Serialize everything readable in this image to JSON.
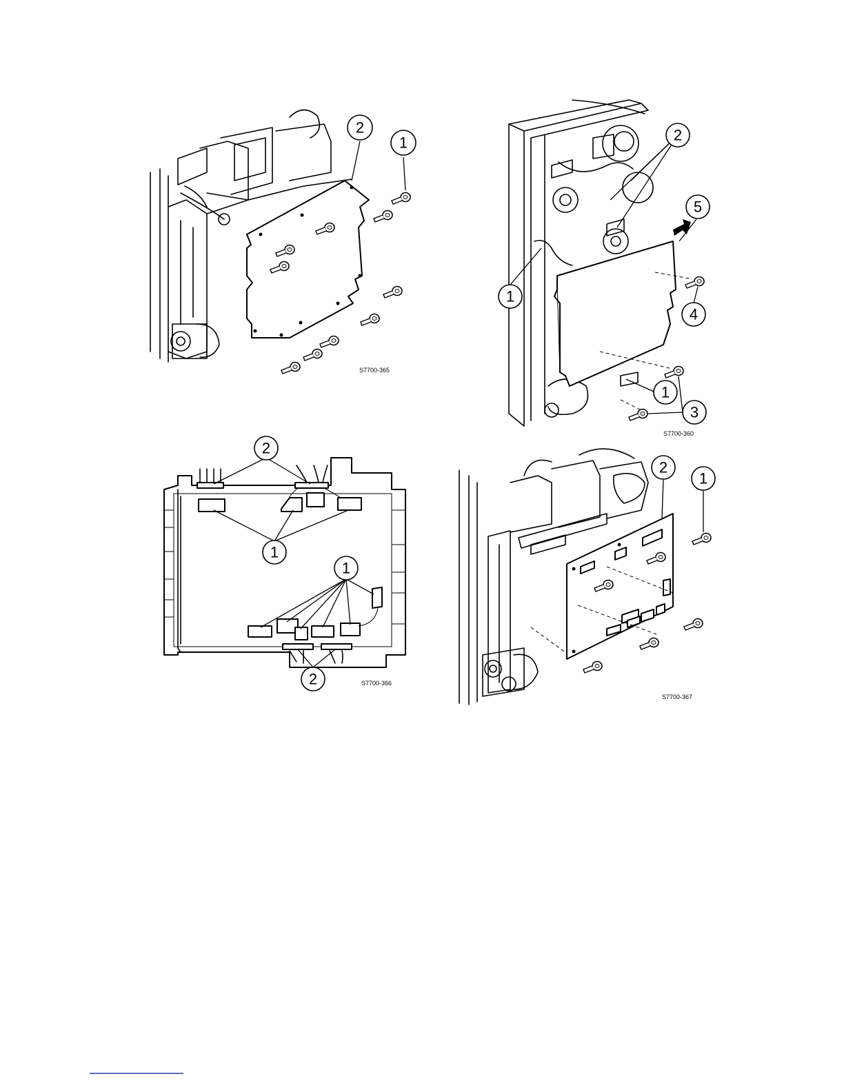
{
  "figures": [
    {
      "id": "fig-365",
      "code": "S7700-365",
      "callouts": [
        "1",
        "2"
      ]
    },
    {
      "id": "fig-360",
      "code": "S7700-360",
      "callouts": [
        "1",
        "2",
        "3",
        "4",
        "5",
        "1",
        "3"
      ]
    },
    {
      "id": "fig-366",
      "code": "S7700-366",
      "callouts": [
        "2",
        "1",
        "1",
        "2"
      ]
    },
    {
      "id": "fig-367",
      "code": "S7700-367",
      "callouts": [
        "2",
        "1"
      ]
    }
  ],
  "colors": {
    "ink": "#000000",
    "paper": "#ffffff",
    "footer_rule": "#2a3aa8"
  }
}
